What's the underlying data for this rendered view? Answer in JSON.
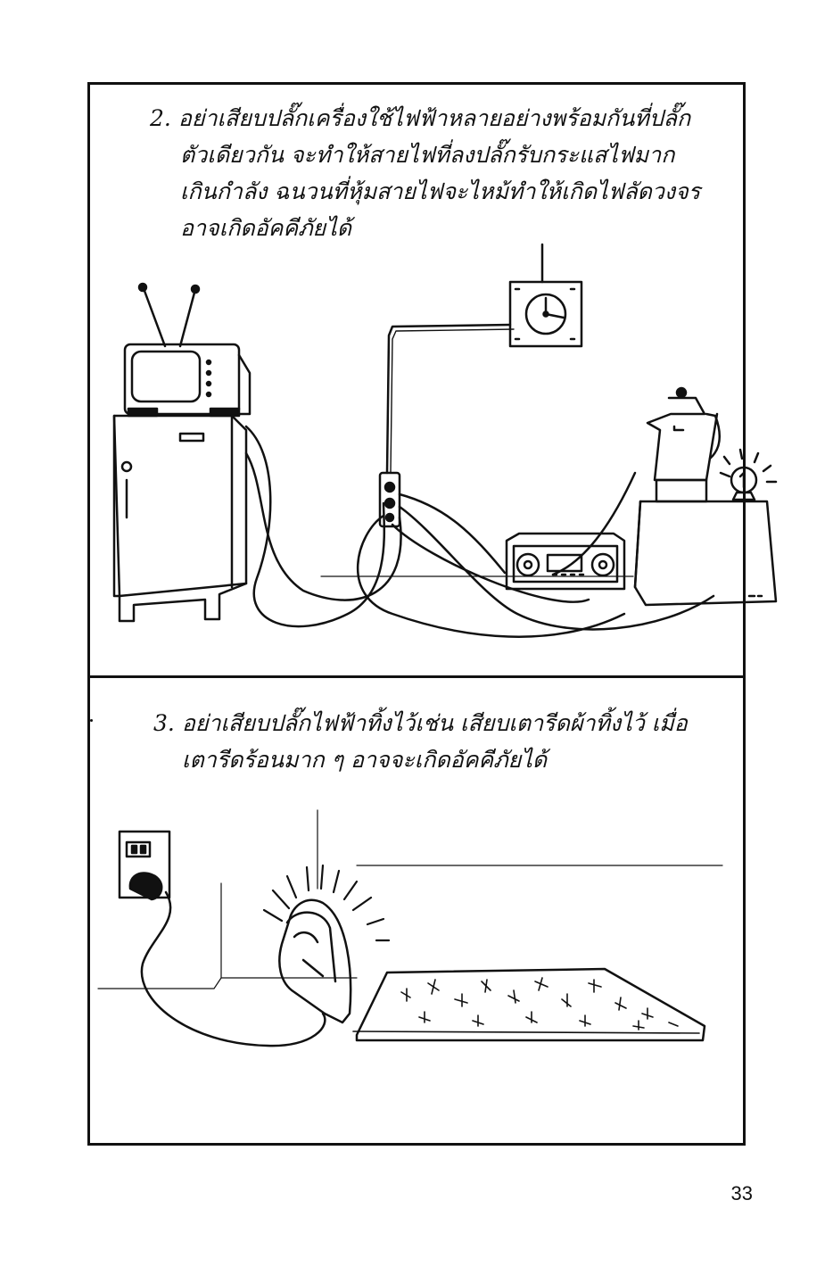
{
  "item2": {
    "number": "2.",
    "lines": [
      "อย่าเสียบปลั๊กเครื่องใช้ไฟฟ้าหลายอย่างพร้อมกันที่ปลั๊ก",
      "ตัวเดียวกัน      จะทำให้สายไฟที่ลงปลั๊กรับกระแสไฟมาก",
      "เกินกำลัง ฉนวนที่หุ้มสายไฟจะไหม้ทำให้เกิดไฟลัดวงจร",
      "อาจเกิดอัคคีภัยได้"
    ]
  },
  "item3": {
    "number": "3.",
    "lines": [
      "อย่าเสียบปลั๊กไฟฟ้าทิ้งไว้เช่น  เสียบเตารีดผ้าทิ้งไว้  เมื่อ",
      "เตารีดร้อนมาก ๆ อาจจะเกิดอัคคีภัยได้"
    ]
  },
  "page_number": "33"
}
